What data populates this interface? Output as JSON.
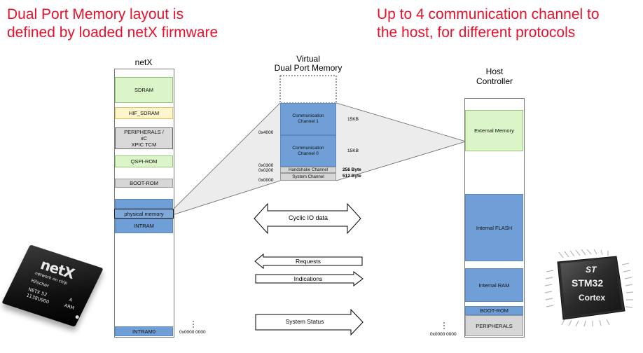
{
  "headline_left": [
    "Dual Port Memory layout is",
    "defined by loaded netX firmware"
  ],
  "headline_right": [
    "Up to 4 communication channel to",
    "the host, for different protocols"
  ],
  "netx": {
    "title": "netX",
    "blocks": {
      "sdram": "SDRAM",
      "hif_sdram": "HIF_SDRAM",
      "peripherals": "PERIPHERALS /\nxC\nXPIC TCM",
      "qspi_rom": "QSPI-ROM",
      "boot_rom": "BOOT-ROM",
      "physical_memory": "physical memory",
      "intram": "INTRAM",
      "intram0": "INTRAM0"
    },
    "address": "0x0000 0000"
  },
  "dpm": {
    "title": [
      "Virtual",
      "Dual Port Memory"
    ],
    "channels": {
      "ch1": "Communication\nChannel 1",
      "ch0": "Communication\nChannel 0",
      "handshake": "Handshake Channel",
      "system": "System Channel"
    },
    "sizes": {
      "ch1": "15KB",
      "ch0": "15KB",
      "handshake": "256 Byte",
      "system": "512 Byte"
    },
    "addresses": {
      "a4000": "0x4000",
      "a0300": "0x0300",
      "a0200": "0x0200",
      "a0000": "0x0000"
    }
  },
  "arrows": {
    "cyclic": "Cyclic IO data",
    "requests": "Requests",
    "indications": "Indications",
    "system_status": "System Status"
  },
  "host": {
    "title": [
      "Host",
      "Controller"
    ],
    "blocks": {
      "external_memory": "External Memory",
      "internal_flash": "Internal FLASH",
      "internal_ram": "Internal RAM",
      "boot_rom": "BOOT-ROM",
      "peripherals": "PERIPHERALS"
    },
    "address": "0x0000 0000"
  },
  "chips": {
    "netx": {
      "logo": "netX",
      "lines": [
        "network on chip",
        "Hilscher",
        "NETX 52",
        "1138U900"
      ],
      "arm": [
        "A",
        "ARM"
      ]
    },
    "stm": {
      "st": "ST",
      "model": "STM32",
      "cortex": "Cortex"
    }
  },
  "colors": {
    "headline": "#e8112d",
    "blue": "#6f9fd6",
    "green": "#dcf5c8"
  }
}
